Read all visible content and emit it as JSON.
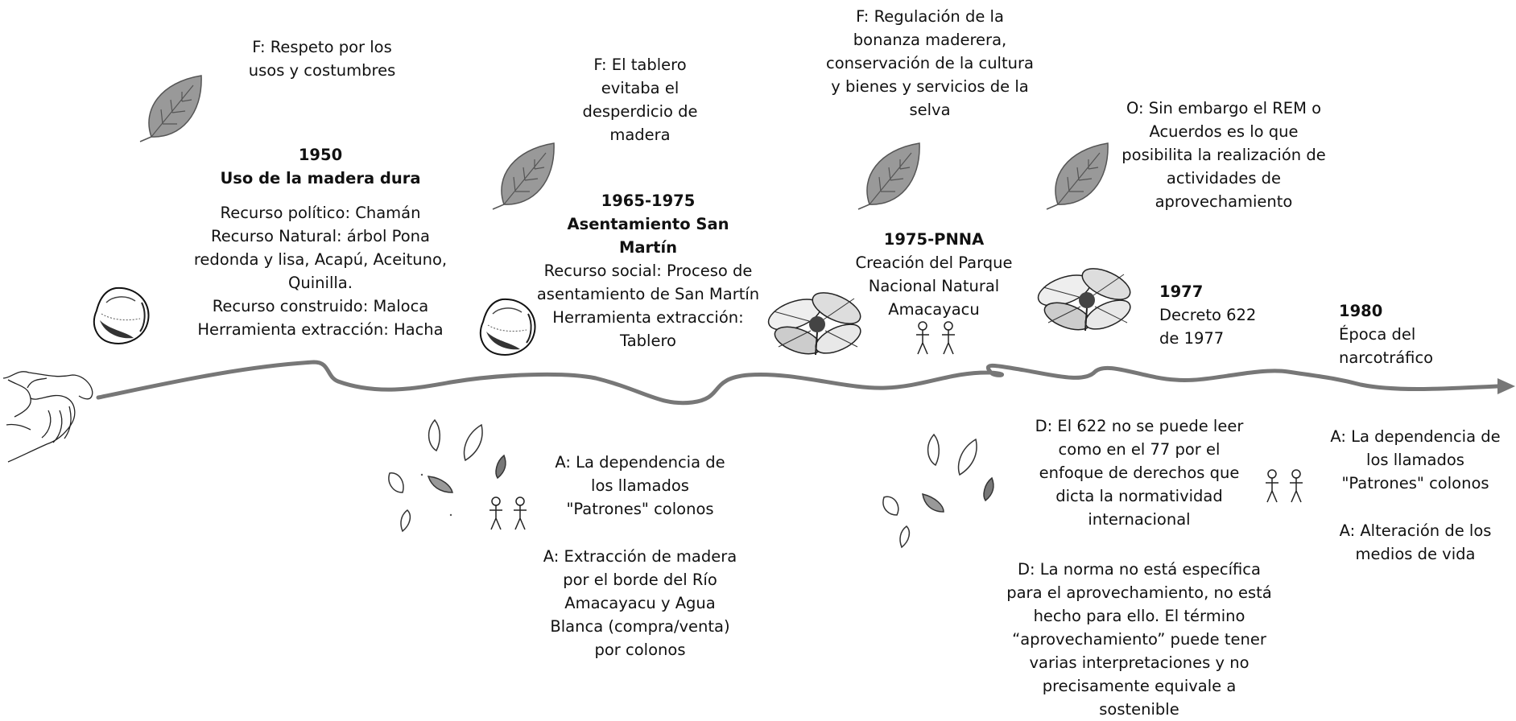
{
  "blocks": {
    "f1": [
      "F: Respeto por los",
      "usos y costumbres"
    ],
    "e1950": {
      "year": "1950",
      "title": "Uso de la madera dura",
      "lines": [
        "Recurso político: Chamán",
        "Recurso Natural: árbol Pona",
        "redonda y lisa,  Acapú, Aceituno,",
        "Quinilla.",
        "Recurso construido: Maloca",
        "Herramienta extracción: Hacha"
      ]
    },
    "f2": [
      "F: El tablero",
      "evitaba el",
      "desperdicio de",
      "madera"
    ],
    "e1965": {
      "title": [
        "1965-1975",
        "Asentamiento San",
        "Martín"
      ],
      "lines": [
        "Recurso social: Proceso de",
        "asentamiento de San Martín",
        "Herramienta extracción:",
        "Tablero"
      ]
    },
    "f3": [
      "F: Regulación de la",
      "bonanza maderera,",
      "conservación de la cultura",
      "y bienes y servicios de la",
      "selva"
    ],
    "e1975": {
      "year": "1975-PNNA",
      "lines": [
        "Creación del Parque",
        "Nacional Natural",
        "Amacayacu"
      ]
    },
    "o1": [
      "O: Sin embargo el REM o",
      "Acuerdos es lo que",
      "posibilita la realización de",
      "actividades de",
      "aprovechamiento"
    ],
    "e1977": {
      "year": "1977",
      "lines": [
        "Decreto 622",
        "de 1977"
      ]
    },
    "e1980": {
      "year": "1980",
      "lines": [
        "Época del",
        "narcotráfico"
      ]
    },
    "a1": [
      "A: La dependencia de",
      "los llamados",
      "\"Patrones\" colonos"
    ],
    "a2": [
      "A: Extracción de madera",
      "por el borde del Río",
      "Amacayacu y Agua",
      "Blanca (compra/venta)",
      "por colonos"
    ],
    "d1": [
      "D: El 622 no se puede leer",
      "como en el 77 por el",
      "enfoque de derechos que",
      "dicta la normatividad",
      "internacional"
    ],
    "d2": [
      "D: La norma no está específica",
      "para el aprovechamiento, no está",
      "hecho para ello. El término",
      "“aprovechamiento” puede tener",
      "varias interpretaciones y no",
      "precisamente equivale a",
      "sostenible"
    ],
    "a3": [
      "A: La dependencia de",
      "los llamados",
      "\"Patrones\" colonos"
    ],
    "a4": [
      "A: Alteración de los",
      "medios de vida"
    ]
  },
  "icons": [
    "hand-icon",
    "leaf-icon",
    "seed-icon",
    "flower-icon",
    "people-icon",
    "falling-leaves-icon",
    "arrow-head-icon"
  ]
}
